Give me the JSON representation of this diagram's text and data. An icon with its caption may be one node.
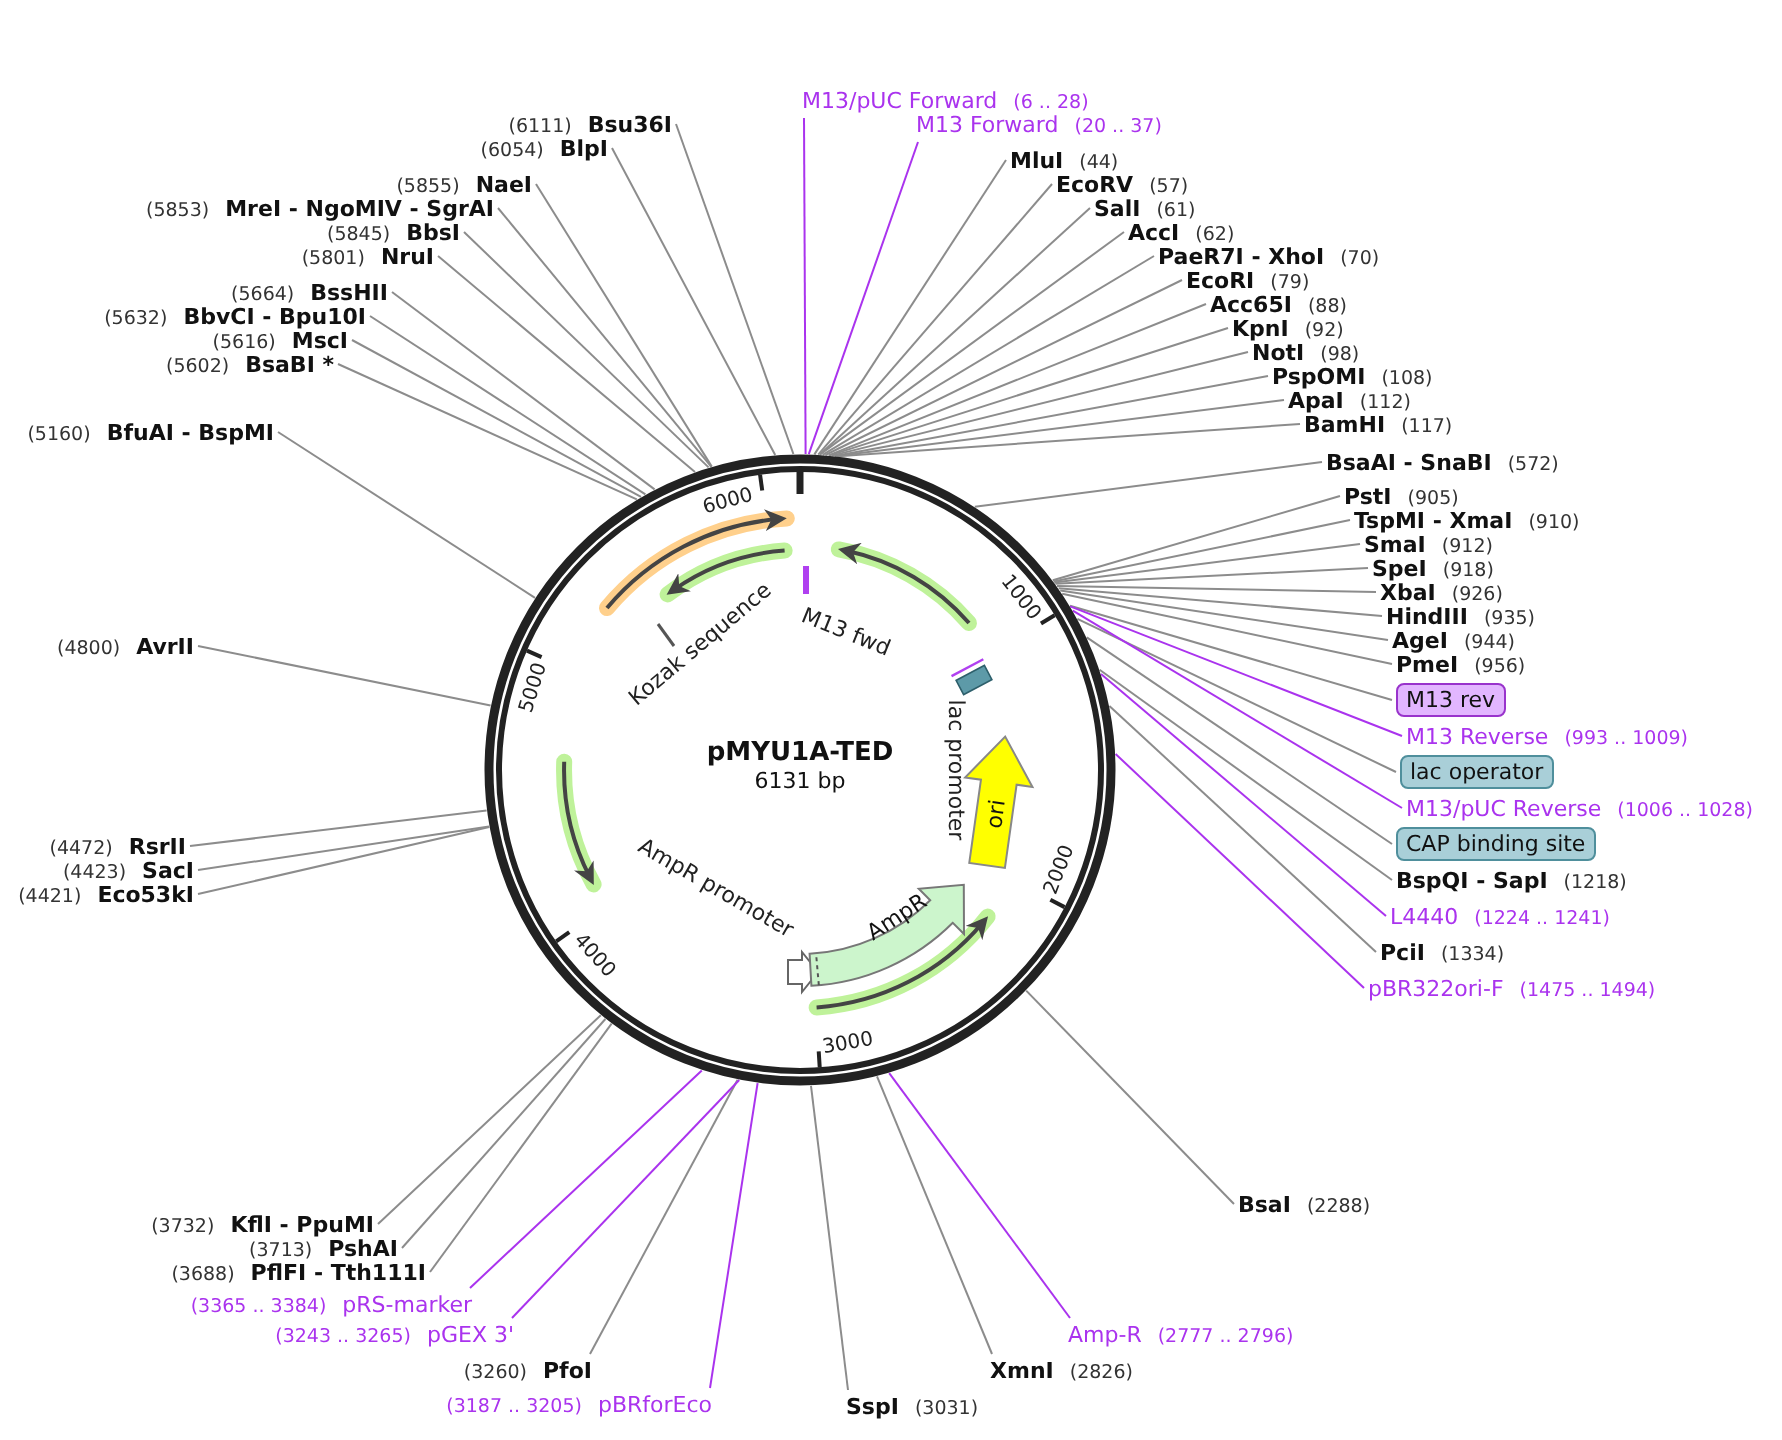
{
  "diagram": {
    "nodes": [
      {
        "text": [
          "pMYU1A-TED",
          "6131 bp"
        ]
      },
      {
        "text": [
          "ori"
        ],
        "in": 0
      },
      {
        "text": [
          "AmpR"
        ],
        "in": 0
      },
      {
        "text": [
          "M13/pUC Forward",
          "(6 .. 28)"
        ]
      },
      {
        "text": [
          "M13 Forward",
          "(20 .. 37)"
        ]
      },
      {
        "text": [
          "MluI",
          "(44)"
        ]
      },
      {
        "text": [
          "EcoRV",
          "(57)"
        ]
      },
      {
        "text": [
          "SalI",
          "(61)"
        ]
      },
      {
        "text": [
          "AccI",
          "(62)"
        ]
      },
      {
        "text": [
          "PaeR7I - XhoI",
          "(70)"
        ]
      },
      {
        "text": [
          "EcoRI",
          "(79)"
        ]
      },
      {
        "text": [
          "Acc65I",
          "(88)"
        ]
      },
      {
        "text": [
          "KpnI",
          "(92)"
        ]
      },
      {
        "text": [
          "NotI",
          "(98)"
        ]
      },
      {
        "text": [
          "PspOMI",
          "(108)"
        ]
      },
      {
        "text": [
          "ApaI",
          "(112)"
        ]
      },
      {
        "text": [
          "BamHI",
          "(117)"
        ]
      },
      {
        "text": [
          "BsaAI - SnaBI",
          "(572)"
        ]
      },
      {
        "text": [
          "PstI",
          "(905)"
        ]
      },
      {
        "text": [
          "TspMI - XmaI",
          "(910)"
        ]
      },
      {
        "text": [
          "SmaI",
          "(912)"
        ]
      },
      {
        "text": [
          "SpeI",
          "(918)"
        ]
      },
      {
        "text": [
          "XbaI",
          "(926)"
        ]
      },
      {
        "text": [
          "HindIII",
          "(935)"
        ]
      },
      {
        "text": [
          "AgeI",
          "(944)"
        ]
      },
      {
        "text": [
          "PmeI",
          "(956)"
        ]
      },
      {
        "text": [
          "M13 rev"
        ]
      },
      {
        "text": [
          "M13 Reverse",
          "(993 .. 1009)"
        ]
      },
      {
        "text": [
          "lac operator"
        ]
      },
      {
        "text": [
          "M13/pUC Reverse",
          "(1006 .. 1028)"
        ]
      },
      {
        "text": [
          "CAP binding site"
        ]
      },
      {
        "text": [
          "BspQI - SapI",
          "(1218)"
        ]
      },
      {
        "text": [
          "L4440",
          "(1224 .. 1241)"
        ]
      },
      {
        "text": [
          "PciI",
          "(1334)"
        ]
      },
      {
        "text": [
          "pBR322ori-F",
          "(1475 .. 1494)"
        ]
      },
      {
        "text": [
          "BsaI",
          "(2288)"
        ]
      },
      {
        "text": [
          "Amp-R",
          "(2777 .. 2796)"
        ]
      },
      {
        "text": [
          "XmnI",
          "(2826)"
        ]
      },
      {
        "text": [
          "SspI",
          "(3031)"
        ]
      },
      {
        "text": [
          "(3187 .. 3205)",
          "pBRforEco"
        ]
      },
      {
        "text": [
          "(3260)",
          "PfoI"
        ]
      },
      {
        "text": [
          "(3243 .. 3265)",
          "pGEX 3'"
        ]
      },
      {
        "text": [
          "(3365 .. 3384)",
          "pRS-marker"
        ]
      },
      {
        "text": [
          "(3688)",
          "PflFI - Tth111I"
        ]
      },
      {
        "text": [
          "(3713)",
          "PshAI"
        ]
      },
      {
        "text": [
          "(3732)",
          "KflI - PpuMI"
        ]
      },
      {
        "text": [
          "(4421)",
          "Eco53kI"
        ]
      },
      {
        "text": [
          "(4423)",
          "SacI"
        ]
      },
      {
        "text": [
          "(4472)",
          "RsrII"
        ]
      },
      {
        "text": [
          "(4800)",
          "AvrII"
        ]
      },
      {
        "text": [
          "(5160)",
          "BfuAI - BspMI"
        ]
      },
      {
        "text": [
          "(5602)",
          "BsaBI *"
        ]
      },
      {
        "text": [
          "(5616)",
          "MscI"
        ]
      },
      {
        "text": [
          "(5632)",
          "BbvCI - Bpu10I"
        ]
      },
      {
        "text": [
          "(5664)",
          "BssHII"
        ]
      },
      {
        "text": [
          "(5801)",
          "NruI"
        ]
      },
      {
        "text": [
          "(5845)",
          "BbsI"
        ]
      },
      {
        "text": [
          "(5853)",
          "MreI - NgoMIV - SgrAI"
        ]
      },
      {
        "text": [
          "(5855)",
          "NaeI"
        ]
      },
      {
        "text": [
          "(6054)",
          "BlpI"
        ]
      },
      {
        "text": [
          "(6111)",
          "Bsu36I"
        ]
      }
    ],
    "edges": [
      {
        "from": 3,
        "to": 0,
        "arrow": "none",
        "color": "#aa33ee"
      },
      {
        "from": 4,
        "to": 0,
        "arrow": "none",
        "color": "#aa33ee"
      },
      {
        "from": 5,
        "to": 0,
        "arrow": "none"
      },
      {
        "from": 6,
        "to": 0,
        "arrow": "none"
      },
      {
        "from": 7,
        "to": 0,
        "arrow": "none"
      },
      {
        "from": 8,
        "to": 0,
        "arrow": "none"
      },
      {
        "from": 9,
        "to": 0,
        "arrow": "none"
      },
      {
        "from": 10,
        "to": 0,
        "arrow": "none"
      },
      {
        "from": 11,
        "to": 0,
        "arrow": "none"
      },
      {
        "from": 12,
        "to": 0,
        "arrow": "none"
      },
      {
        "from": 13,
        "to": 0,
        "arrow": "none"
      },
      {
        "from": 14,
        "to": 0,
        "arrow": "none"
      },
      {
        "from": 15,
        "to": 0,
        "arrow": "none"
      },
      {
        "from": 16,
        "to": 0,
        "arrow": "none"
      },
      {
        "from": 17,
        "to": 0,
        "arrow": "none"
      },
      {
        "from": 18,
        "to": 0,
        "arrow": "none"
      },
      {
        "from": 19,
        "to": 0,
        "arrow": "none"
      },
      {
        "from": 20,
        "to": 0,
        "arrow": "none"
      },
      {
        "from": 21,
        "to": 0,
        "arrow": "none"
      },
      {
        "from": 22,
        "to": 0,
        "arrow": "none"
      },
      {
        "from": 23,
        "to": 0,
        "arrow": "none"
      },
      {
        "from": 24,
        "to": 0,
        "arrow": "none"
      },
      {
        "from": 25,
        "to": 0,
        "arrow": "none"
      },
      {
        "from": 26,
        "to": 0,
        "arrow": "none"
      },
      {
        "from": 27,
        "to": 0,
        "arrow": "none",
        "color": "#aa33ee"
      },
      {
        "from": 28,
        "to": 0,
        "arrow": "none"
      },
      {
        "from": 29,
        "to": 0,
        "arrow": "none",
        "color": "#aa33ee"
      },
      {
        "from": 30,
        "to": 0,
        "arrow": "none"
      },
      {
        "from": 31,
        "to": 0,
        "arrow": "none"
      },
      {
        "from": 32,
        "to": 0,
        "arrow": "none",
        "color": "#aa33ee"
      },
      {
        "from": 33,
        "to": 0,
        "arrow": "none"
      },
      {
        "from": 34,
        "to": 0,
        "arrow": "none",
        "color": "#aa33ee"
      },
      {
        "from": 35,
        "to": 0,
        "arrow": "none"
      },
      {
        "from": 36,
        "to": 0,
        "arrow": "none",
        "color": "#aa33ee"
      },
      {
        "from": 37,
        "to": 0,
        "arrow": "none"
      },
      {
        "from": 38,
        "to": 0,
        "arrow": "none"
      },
      {
        "from": 39,
        "to": 0,
        "arrow": "none",
        "color": "#aa33ee"
      },
      {
        "from": 40,
        "to": 0,
        "arrow": "none"
      },
      {
        "from": 41,
        "to": 0,
        "arrow": "none",
        "color": "#aa33ee"
      },
      {
        "from": 42,
        "to": 0,
        "arrow": "none",
        "color": "#aa33ee"
      },
      {
        "from": 43,
        "to": 0,
        "arrow": "none"
      },
      {
        "from": 44,
        "to": 0,
        "arrow": "none"
      },
      {
        "from": 45,
        "to": 0,
        "arrow": "none"
      },
      {
        "from": 46,
        "to": 0,
        "arrow": "none"
      },
      {
        "from": 47,
        "to": 0,
        "arrow": "none"
      },
      {
        "from": 48,
        "to": 0,
        "arrow": "none"
      },
      {
        "from": 49,
        "to": 0,
        "arrow": "none"
      },
      {
        "from": 50,
        "to": 0,
        "arrow": "none"
      },
      {
        "from": 51,
        "to": 0,
        "arrow": "none"
      },
      {
        "from": 52,
        "to": 0,
        "arrow": "none"
      },
      {
        "from": 53,
        "to": 0,
        "arrow": "none"
      },
      {
        "from": 54,
        "to": 0,
        "arrow": "none"
      },
      {
        "from": 55,
        "to": 0,
        "arrow": "none"
      },
      {
        "from": 56,
        "to": 0,
        "arrow": "none"
      },
      {
        "from": 57,
        "to": 0,
        "arrow": "none"
      },
      {
        "from": 58,
        "to": 0,
        "arrow": "none"
      },
      {
        "from": 59,
        "to": 0,
        "arrow": "none"
      },
      {
        "from": 60,
        "to": 0,
        "arrow": "none"
      }
    ],
    "labels": [
      "6000",
      "1000",
      "M13 fwd",
      "Kozak sequence",
      "5000",
      "lac promoter",
      "2000",
      "AmpR promoter",
      "4000",
      "3000"
    ]
  }
}
